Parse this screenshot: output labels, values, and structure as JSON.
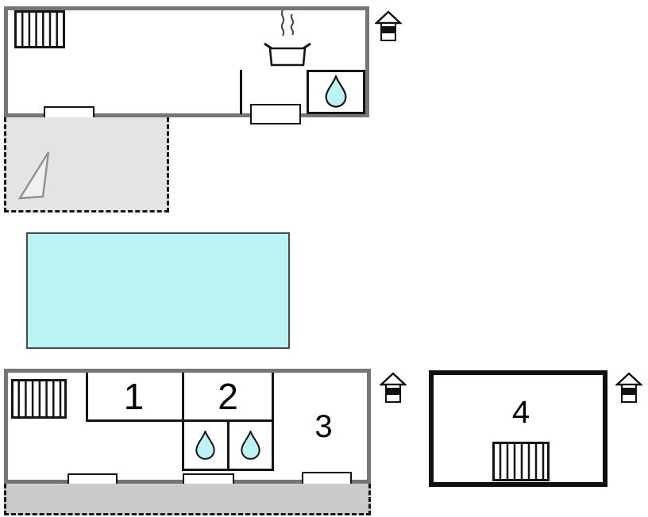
{
  "floorplan": {
    "type": "vacation-house floor plan",
    "rooms": {
      "r1": "1",
      "r2": "2",
      "r3": "3",
      "r4": "4"
    },
    "colors": {
      "pool_fill": "#b9f3f3",
      "water_drop_fill": "#bdf2f5",
      "outer_wall_gray": "#757575",
      "outer_wall_black": "#0f0f0f",
      "inner_wall_black": "#141414",
      "terrace_upper_fill": "#e4e4e4",
      "terrace_lower_fill": "#cbcbcb",
      "north_arrow_stroke": "#8f8f8f"
    },
    "icons": [
      "radiator-icon",
      "stove-icon",
      "water-drop-icon",
      "house-icon",
      "north-arrow-icon"
    ]
  }
}
